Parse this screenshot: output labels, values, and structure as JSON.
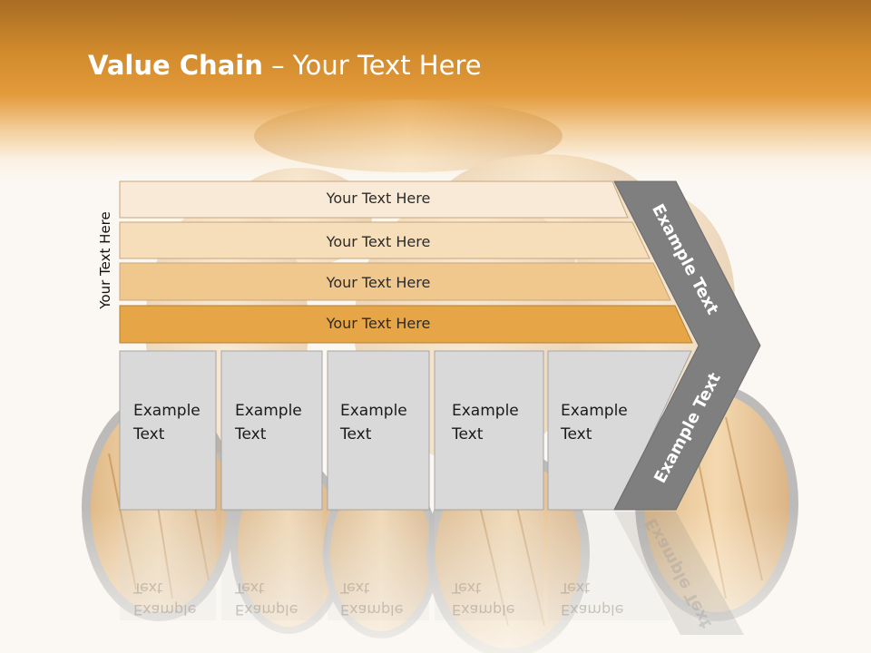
{
  "slide": {
    "title_bold": "Value Chain",
    "title_rest": " – Your Text Here",
    "side_label": "Your Text Here",
    "bands": [
      {
        "label": "Your Text Here",
        "color": "#f9ead8"
      },
      {
        "label": "Your Text Here",
        "color": "#f5deb9"
      },
      {
        "label": "Your Text Here",
        "color": "#f0c78d"
      },
      {
        "label": "Your Text Here",
        "color": "#e6a547"
      }
    ],
    "boxes": [
      {
        "line1": "Example",
        "line2": "Text"
      },
      {
        "line1": "Example",
        "line2": "Text"
      },
      {
        "line1": "Example",
        "line2": "Text"
      },
      {
        "line1": "Example",
        "line2": "Text"
      },
      {
        "line1": "Example",
        "line2": "Text"
      }
    ],
    "arrow_top_label": "Example Text",
    "arrow_bottom_label": "Example Text",
    "colors": {
      "header_orange": "#dd9433",
      "box_gray": "#d9d9d9",
      "arrow_gray": "#7f7f7f",
      "wood": "#d9963f"
    }
  }
}
